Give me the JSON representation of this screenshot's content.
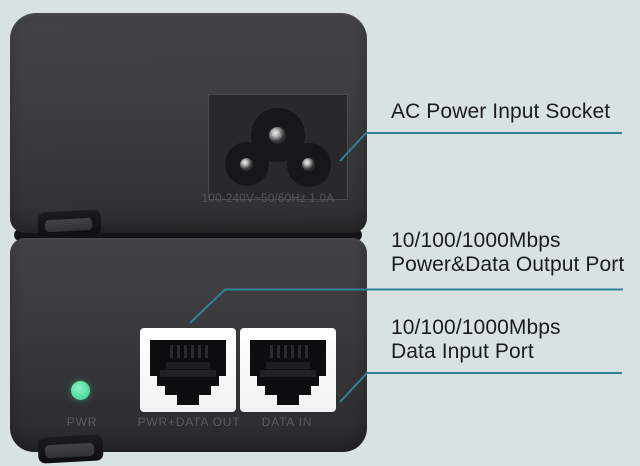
{
  "colors": {
    "background": "#d8e2e1",
    "accent_line": "#2e8496",
    "device_body": "#3a3a3d",
    "led": "#57e0a5",
    "port_bezel": "#f5f6f5"
  },
  "annotations": [
    {
      "line1": "AC Power Input Socket"
    },
    {
      "line1": "10/100/1000Mbps",
      "line2": "Power&Data Output Port"
    },
    {
      "line1": "10/100/1000Mbps",
      "line2": "Data Input Port"
    }
  ],
  "device": {
    "ac_rating": "100-240V~50/60Hz 1.0A",
    "led_label": "PWR",
    "ports": [
      {
        "label": "PWR+DATA OUT"
      },
      {
        "label": "DATA IN"
      }
    ]
  }
}
